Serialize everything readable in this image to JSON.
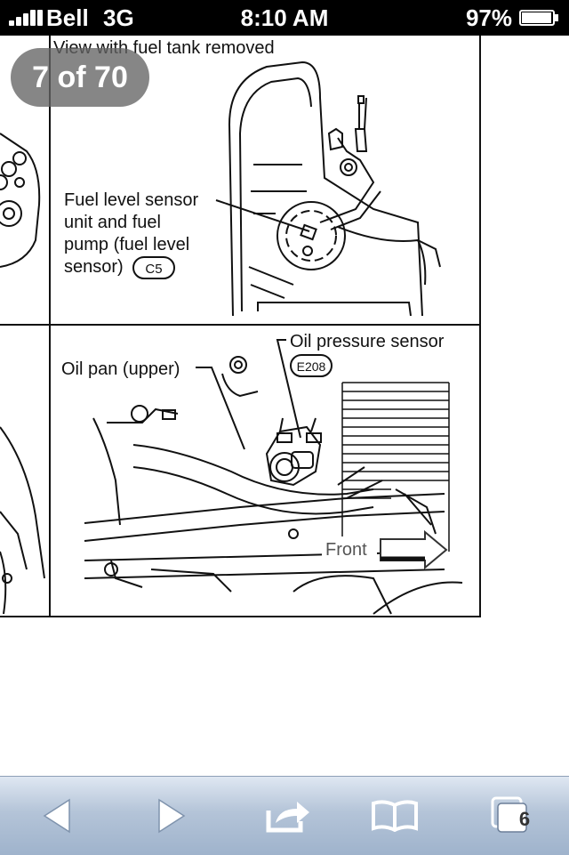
{
  "status_bar": {
    "carrier": "Bell",
    "network": "3G",
    "time": "8:10 AM",
    "battery_percent": "97%",
    "battery_level": 0.97
  },
  "viewer": {
    "counter": "7 of 70"
  },
  "diagram": {
    "top_caption": "View with fuel tank removed",
    "fuel_label_lines": [
      "Fuel level sensor",
      "unit and fuel",
      "pump (fuel level",
      "sensor)"
    ],
    "fuel_connector": "C5",
    "oil_pressure_label": "Oil pressure sensor",
    "oil_pressure_connector": "E208",
    "oil_pan_label": "Oil pan (upper)",
    "front_label": "Front"
  },
  "toolbar": {
    "back_icon": "back-arrow-icon",
    "forward_icon": "forward-arrow-icon",
    "share_icon": "share-icon",
    "bookmarks_icon": "bookmarks-icon",
    "pages_icon": "pages-icon",
    "pages_count": "6"
  },
  "colors": {
    "status_bar": "#000000",
    "toolbar_top": "#dfe7f2",
    "toolbar_bottom": "#9fb3cc",
    "counter_pill": "#646464",
    "icon_fill": "#ffffff"
  }
}
